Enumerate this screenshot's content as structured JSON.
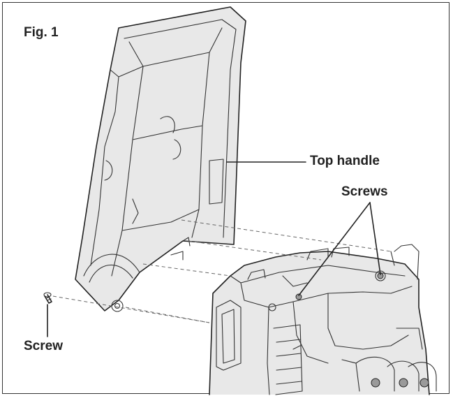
{
  "figure": {
    "fig_label": "Fig. 1",
    "labels": {
      "top_handle": "Top handle",
      "screws": "Screws",
      "screw": "Screw"
    }
  },
  "colors": {
    "line": "#222222",
    "background": "#ffffff",
    "frame": "#333333"
  }
}
